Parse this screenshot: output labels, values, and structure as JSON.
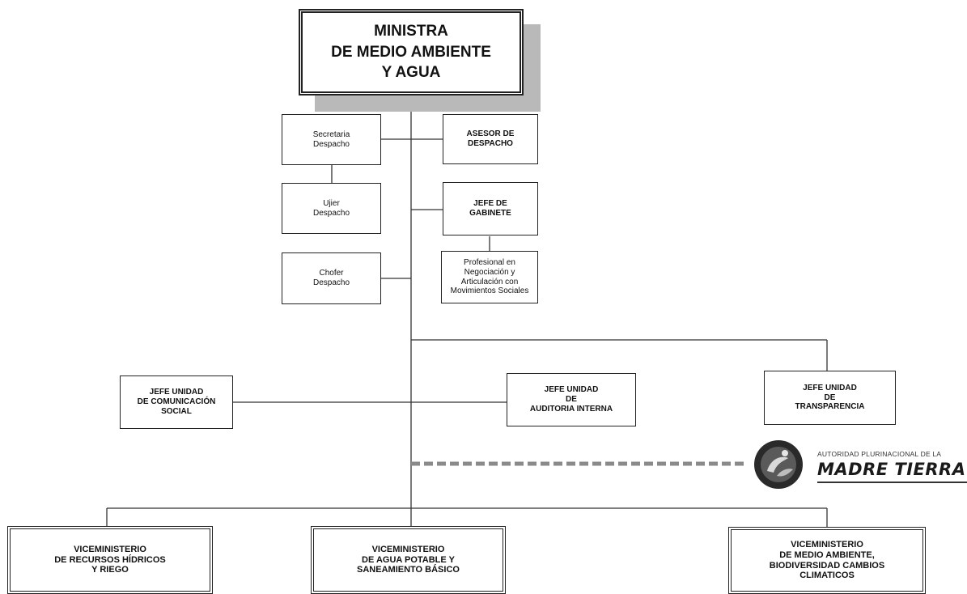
{
  "minister": {
    "label": "MINISTRA\nDE MEDIO AMBIENTE\nY AGUA"
  },
  "staff": {
    "secretaria": "Secretaria\nDespacho",
    "ujier": "Ujier\nDespacho",
    "chofer": "Chofer\nDespacho",
    "asesor": "ASESOR DE\nDESPACHO",
    "jefe_gabinete": "JEFE DE\nGABINETE",
    "profesional": "Profesional en\nNegociación y\nArticulación con\nMovimientos Sociales"
  },
  "units": {
    "comunicacion": "JEFE UNIDAD\nDE COMUNICACIÓN\nSOCIAL",
    "auditoria": "JEFE UNIDAD\nDE\nAUDITORIA INTERNA",
    "transparencia": "JEFE UNIDAD\nDE\nTRANSPARENCIA"
  },
  "vice": {
    "recursos_hidricos": "VICEMINISTERIO\nDE RECURSOS HÍDRICOS\nY RIEGO",
    "agua_potable": "VICEMINISTERIO\nDE AGUA POTABLE Y\nSANEAMIENTO BÁSICO",
    "medio_ambiente": "VICEMINISTERIO\nDE MEDIO AMBIENTE,\nBIODIVERSIDAD CAMBIOS\nCLIMATICOS"
  },
  "logo": {
    "top_text": "AUTORIDAD PLURINACIONAL DE LA",
    "main_text": "MADRE TIERRA"
  },
  "colors": {
    "line": "#333333",
    "shadow": "#b9b9b9",
    "dashed": "#8a8a8a"
  }
}
